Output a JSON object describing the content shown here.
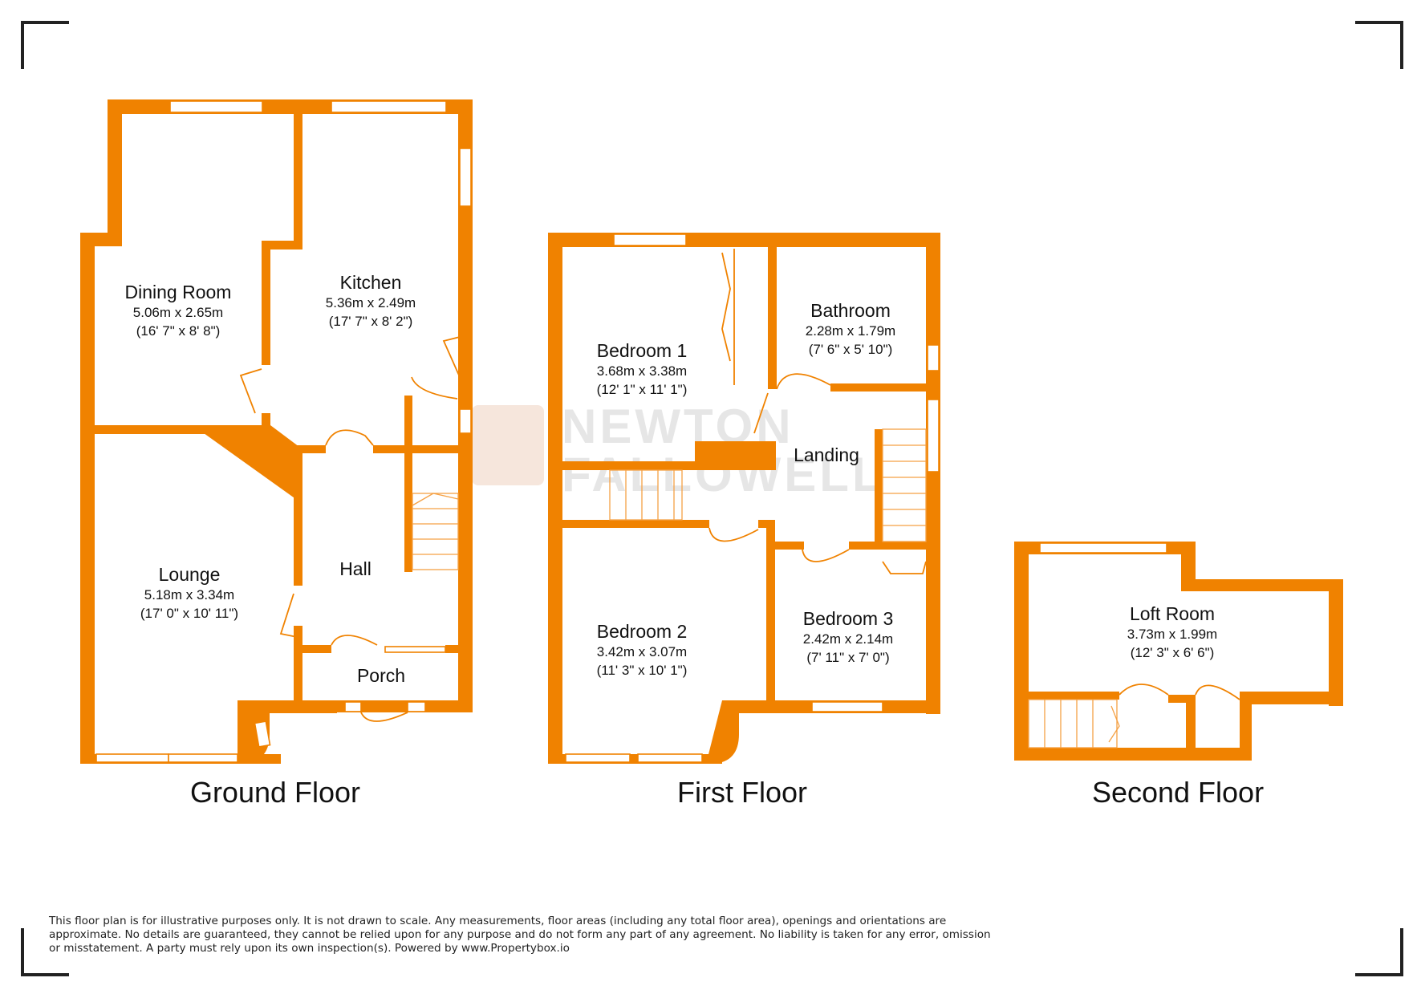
{
  "watermark": {
    "line1": "NEWTON",
    "line2": "FALLOWELL"
  },
  "floors": [
    {
      "label": "Ground Floor",
      "rooms": [
        {
          "name": "Dining Room",
          "metric": "5.06m x 2.65m",
          "imperial": "(16' 7\" x 8' 8\")"
        },
        {
          "name": "Kitchen",
          "metric": "5.36m x 2.49m",
          "imperial": "(17' 7\" x 8' 2\")"
        },
        {
          "name": "Lounge",
          "metric": "5.18m x 3.34m",
          "imperial": "(17' 0\" x 10' 11\")"
        },
        {
          "name": "Hall"
        },
        {
          "name": "Porch"
        }
      ]
    },
    {
      "label": "First Floor",
      "rooms": [
        {
          "name": "Bedroom 1",
          "metric": "3.68m x 3.38m",
          "imperial": "(12' 1\" x 11' 1\")"
        },
        {
          "name": "Bathroom",
          "metric": "2.28m x 1.79m",
          "imperial": "(7' 6\" x 5' 10\")"
        },
        {
          "name": "Landing"
        },
        {
          "name": "Bedroom 2",
          "metric": "3.42m x 3.07m",
          "imperial": "(11' 3\" x 10' 1\")"
        },
        {
          "name": "Bedroom 3",
          "metric": "2.42m x 2.14m",
          "imperial": "(7' 11\" x 7' 0\")"
        }
      ]
    },
    {
      "label": "Second Floor",
      "rooms": [
        {
          "name": "Loft Room",
          "metric": "3.73m x 1.99m",
          "imperial": "(12' 3\" x 6' 6\")"
        }
      ]
    }
  ],
  "disclaimer": "This floor plan is for illustrative purposes only. It is not drawn to scale. Any measurements, floor areas (including any total floor area), openings and orientations are approximate. No details are guaranteed, they cannot be relied upon for any purpose and do not form any part of any agreement. No liability is taken for any error, omission or misstatement. A party must rely upon its own inspection(s). Powered by www.Propertybox.io",
  "colors": {
    "walls": "#F08200",
    "background": "#FFFFFF",
    "text": "#111111",
    "watermark": "#E6E6E6"
  }
}
